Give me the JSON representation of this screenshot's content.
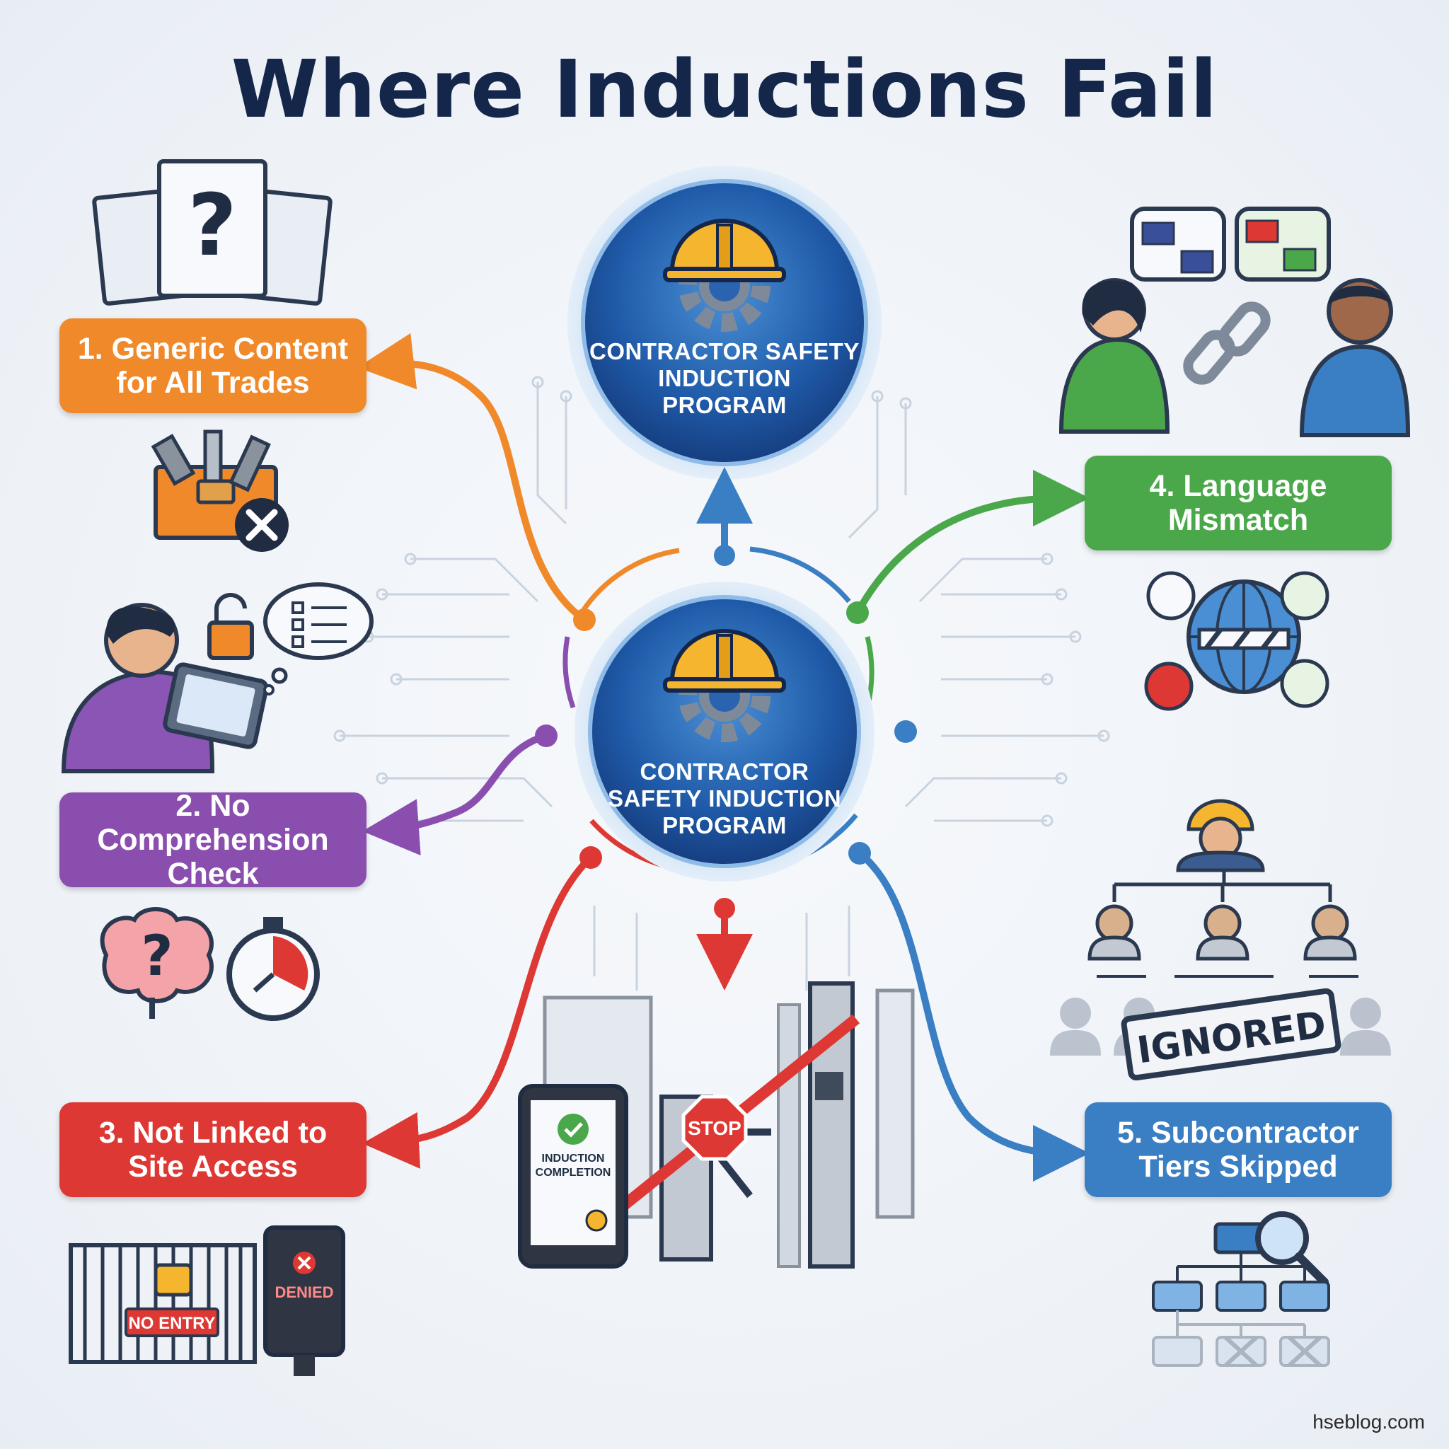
{
  "title": "Where Inductions Fail",
  "hub_top": {
    "lines": [
      "CONTRACTOR SAFETY",
      "INDUCTION",
      "PROGRAM"
    ]
  },
  "hub_center": {
    "lines": [
      "CONTRACTOR",
      "SAFETY INDUCTION",
      "PROGRAM"
    ]
  },
  "failures": [
    {
      "lines": [
        "1. Generic Content",
        "for All Trades"
      ],
      "color": "#f0892a"
    },
    {
      "lines": [
        "2. No Comprehension",
        "Check"
      ],
      "color": "#8a4fae"
    },
    {
      "lines": [
        "3. Not Linked to",
        "Site Access"
      ],
      "color": "#dd3833"
    },
    {
      "lines": [
        "4. Language",
        "Mismatch"
      ],
      "color": "#4aa84a"
    },
    {
      "lines": [
        "5. Subcontractor",
        "Tiers Skipped"
      ],
      "color": "#3a7ec3"
    }
  ],
  "illustrations": {
    "stop_sign": "STOP",
    "induction_card": [
      "INDUCTION",
      "COMPLETION"
    ],
    "no_entry_sign": "NO ENTRY",
    "denied_reader": "DENIED",
    "ignored_stamp": "IGNORED"
  },
  "footer": "hseblog.com",
  "colors": {
    "navy": "#14274b",
    "hub_blue": "#1f4f9b",
    "helmet": "#f5b52e",
    "gear": "#7e8a99"
  }
}
